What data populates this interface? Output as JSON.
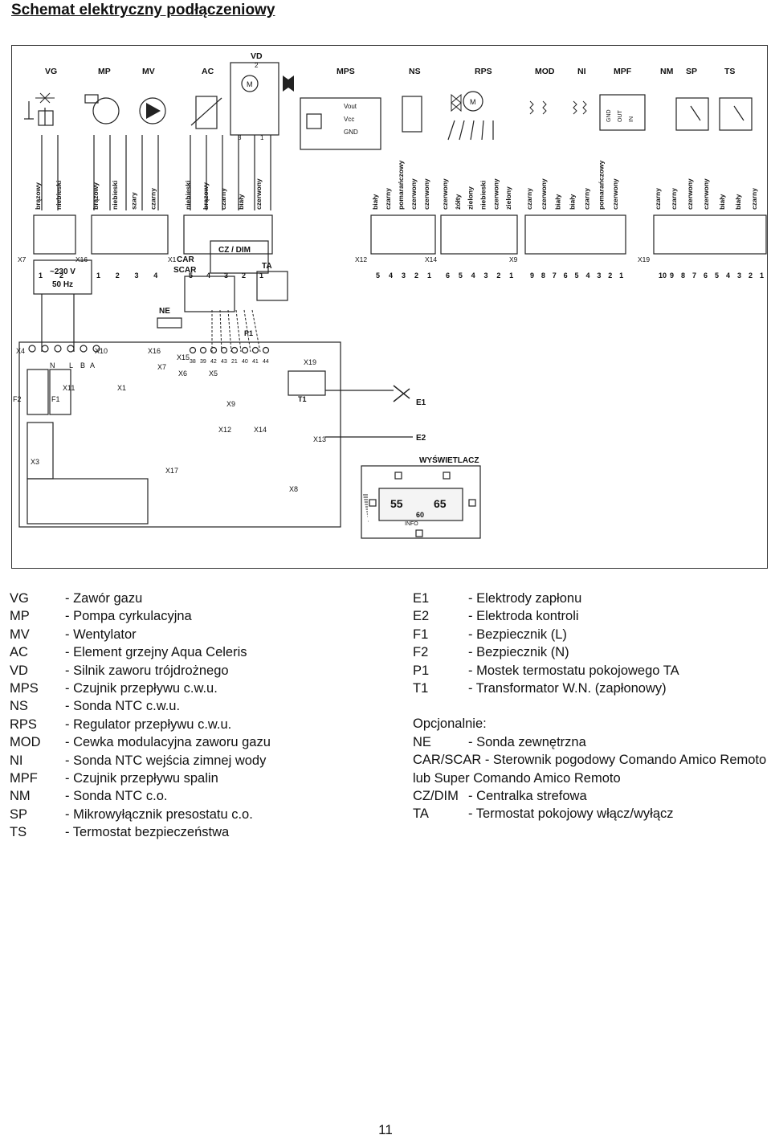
{
  "title": "Schemat elektryczny podłączeniowy",
  "page_number": "11",
  "diagram": {
    "top_components": [
      {
        "code": "VG"
      },
      {
        "code": "MP"
      },
      {
        "code": "MV"
      },
      {
        "code": "AC"
      },
      {
        "code": "VD"
      },
      {
        "code": "MPS"
      },
      {
        "code": "NS"
      },
      {
        "code": "RPS"
      },
      {
        "code": "MOD"
      },
      {
        "code": "NI"
      },
      {
        "code": "MPF"
      },
      {
        "code": "NM"
      },
      {
        "code": "SP"
      },
      {
        "code": "TS"
      }
    ],
    "mps_pins": [
      "Vout",
      "Vcc",
      "GND"
    ],
    "mpf_pins": [
      "GND",
      "OUT",
      "IN"
    ],
    "vd_pins": [
      "2",
      "3",
      "1"
    ],
    "connectors_top": [
      {
        "name": "X7",
        "pins": [
          "1",
          "2"
        ],
        "wires": [
          "brązowy",
          "niebieski"
        ]
      },
      {
        "name": "X16",
        "pins": [
          "1",
          "2",
          "3",
          "4"
        ],
        "wires": [
          "brązowy",
          "niebieski",
          "szary",
          "czarny"
        ]
      },
      {
        "name": "X1",
        "pins": [
          "5",
          "4",
          "3",
          "2",
          "1"
        ],
        "wires": [
          "niebieski",
          "brązowy",
          "czarny",
          "biały",
          "czerwony"
        ]
      },
      {
        "name": "X12",
        "pins": [
          "5",
          "4",
          "3",
          "2",
          "1"
        ],
        "wires": [
          "biały",
          "czarny",
          "pomarańczowy",
          "czerwony",
          "czerwony"
        ]
      },
      {
        "name": "X14",
        "pins": [
          "6",
          "5",
          "4",
          "3",
          "2",
          "1"
        ],
        "wires": [
          "czerwony",
          "żółty",
          "zielony",
          "niebieski",
          "czerwony",
          "zielony"
        ]
      },
      {
        "name": "X9",
        "pins": [
          "9",
          "8",
          "7",
          "6",
          "5",
          "4",
          "3",
          "2",
          "1"
        ],
        "wires": [
          "czarny",
          "czerwony",
          "biały",
          "biały",
          "czarny",
          "pomarańczowy",
          "czerwony"
        ]
      },
      {
        "name": "X19",
        "pins": [
          "10",
          "9",
          "8",
          "7",
          "6",
          "5",
          "4",
          "3",
          "2",
          "1"
        ],
        "wires": [
          "czarny",
          "czarny",
          "czerwony",
          "czerwony",
          "biały",
          "biały",
          "czarny"
        ]
      }
    ],
    "supply": [
      "~230 V",
      "50 Hz"
    ],
    "optional_devices": [
      "CAR",
      "SCAR",
      "CZ / DIM",
      "TA",
      "NE",
      "P1"
    ],
    "board_connectors": [
      "X4",
      "X10",
      "X16",
      "X7",
      "X15",
      "X6",
      "X5",
      "X19",
      "X11",
      "X1",
      "X9",
      "X12",
      "X14",
      "X13",
      "X3",
      "X17",
      "X8",
      "T1",
      "F1",
      "F2"
    ],
    "terminal_labels": [
      "N",
      "L",
      "B",
      "A"
    ],
    "x15_pins": [
      "38",
      "39",
      "42",
      "43",
      "21",
      "40",
      "41",
      "44"
    ],
    "electrodes": [
      "E1",
      "E2"
    ],
    "display_label": "WYŚWIETLACZ",
    "display_readout": [
      "55",
      "65",
      "60",
      "INFO"
    ]
  },
  "legend_left": [
    {
      "code": "VG",
      "desc": "- Zawór gazu"
    },
    {
      "code": "MP",
      "desc": "- Pompa cyrkulacyjna"
    },
    {
      "code": "MV",
      "desc": "- Wentylator"
    },
    {
      "code": "AC",
      "desc": "- Element grzejny Aqua Celeris"
    },
    {
      "code": "VD",
      "desc": "- Silnik zaworu trójdrożnego"
    },
    {
      "code": "MPS",
      "desc": "- Czujnik przepływu c.w.u."
    },
    {
      "code": "NS",
      "desc": "- Sonda NTC c.w.u."
    },
    {
      "code": "RPS",
      "desc": "- Regulator przepływu c.w.u."
    },
    {
      "code": "MOD",
      "desc": "- Cewka modulacyjna zaworu gazu"
    },
    {
      "code": "NI",
      "desc": "- Sonda NTC wejścia zimnej wody"
    },
    {
      "code": "MPF",
      "desc": "- Czujnik przepływu spalin"
    },
    {
      "code": "NM",
      "desc": "- Sonda NTC c.o."
    },
    {
      "code": "SP",
      "desc": "- Mikrowyłącznik presostatu c.o."
    },
    {
      "code": "TS",
      "desc": "- Termostat bezpieczeństwa"
    }
  ],
  "legend_right": [
    {
      "code": "E1",
      "desc": "- Elektrody zapłonu"
    },
    {
      "code": "E2",
      "desc": "- Elektroda kontroli"
    },
    {
      "code": "F1",
      "desc": "- Bezpiecznik (L)"
    },
    {
      "code": "F2",
      "desc": "- Bezpiecznik (N)"
    },
    {
      "code": "P1",
      "desc": "- Mostek termostatu pokojowego TA"
    },
    {
      "code": "T1",
      "desc": "- Transformator W.N. (zapłonowy)"
    }
  ],
  "optional_heading": "Opcjonalnie:",
  "optional": [
    {
      "code": "NE",
      "desc": "- Sonda zewnętrzna"
    },
    {
      "code": "",
      "desc": "CAR/SCAR - Sterownik pogodowy Comando Amico Remoto"
    },
    {
      "code": "",
      "desc": "lub Super Comando Amico Remoto"
    },
    {
      "code": "CZ/DIM",
      "desc": "- Centralka strefowa"
    },
    {
      "code": "TA",
      "desc": "- Termostat pokojowy włącz/wyłącz"
    }
  ]
}
